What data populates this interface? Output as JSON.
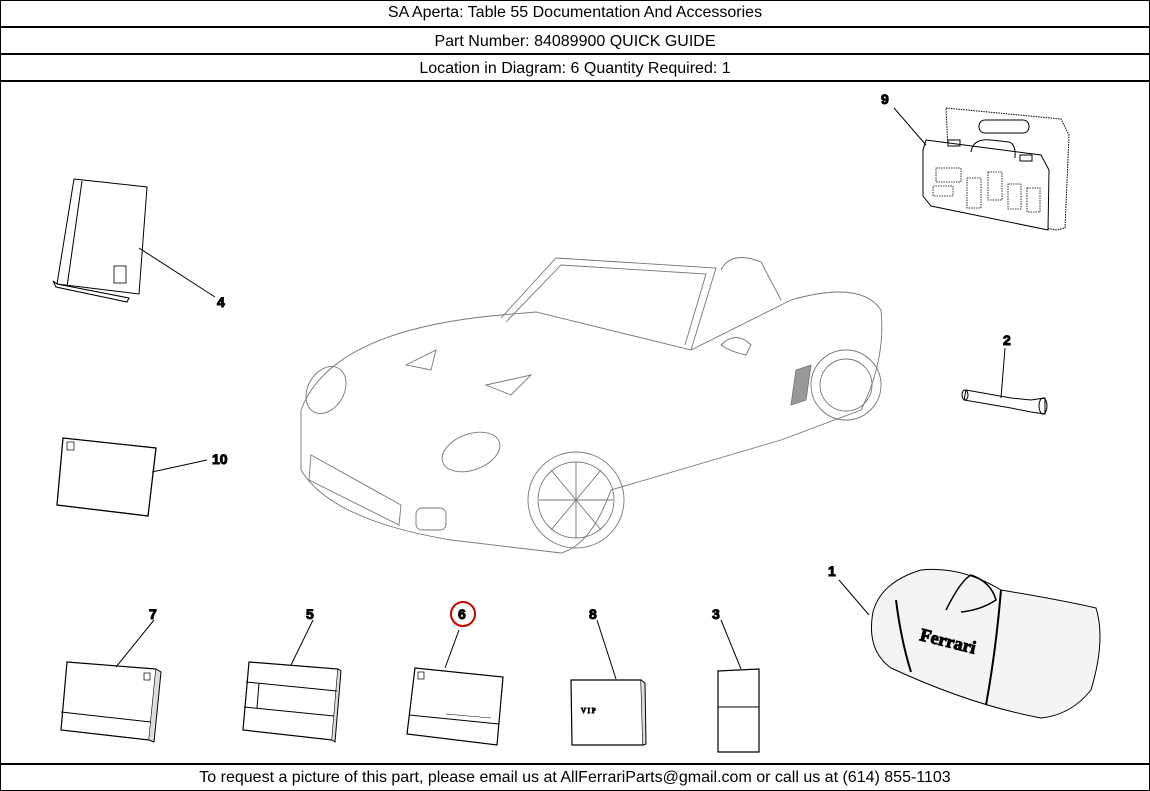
{
  "header": {
    "title": "SA Aperta:   Table 55 Documentation And Accessories",
    "part_number": "Part Number: 84089900   QUICK GUIDE",
    "location": "Location in Diagram: 6   Quantity Required: 1"
  },
  "diagram": {
    "highlight_color": "#cc0000",
    "callouts": [
      {
        "id": "1",
        "label": "1",
        "item": "car-cover-bag"
      },
      {
        "id": "2",
        "label": "2",
        "item": "flashlight"
      },
      {
        "id": "3",
        "label": "3",
        "item": "folded-leaflet"
      },
      {
        "id": "4",
        "label": "4",
        "item": "owner-manual-wallet"
      },
      {
        "id": "5",
        "label": "5",
        "item": "booklet"
      },
      {
        "id": "6",
        "label": "6",
        "item": "quick-guide",
        "highlighted": true
      },
      {
        "id": "7",
        "label": "7",
        "item": "booklet"
      },
      {
        "id": "8",
        "label": "8",
        "item": "vip-booklet"
      },
      {
        "id": "9",
        "label": "9",
        "item": "care-kit-case"
      },
      {
        "id": "10",
        "label": "10",
        "item": "card"
      }
    ],
    "bag_logo_text": "Ferrari",
    "vip_text": "V I P"
  },
  "footer": {
    "text": "To request a picture of this part, please email us at AllFerrariParts@gmail.com or call us at (614) 855-1103"
  }
}
